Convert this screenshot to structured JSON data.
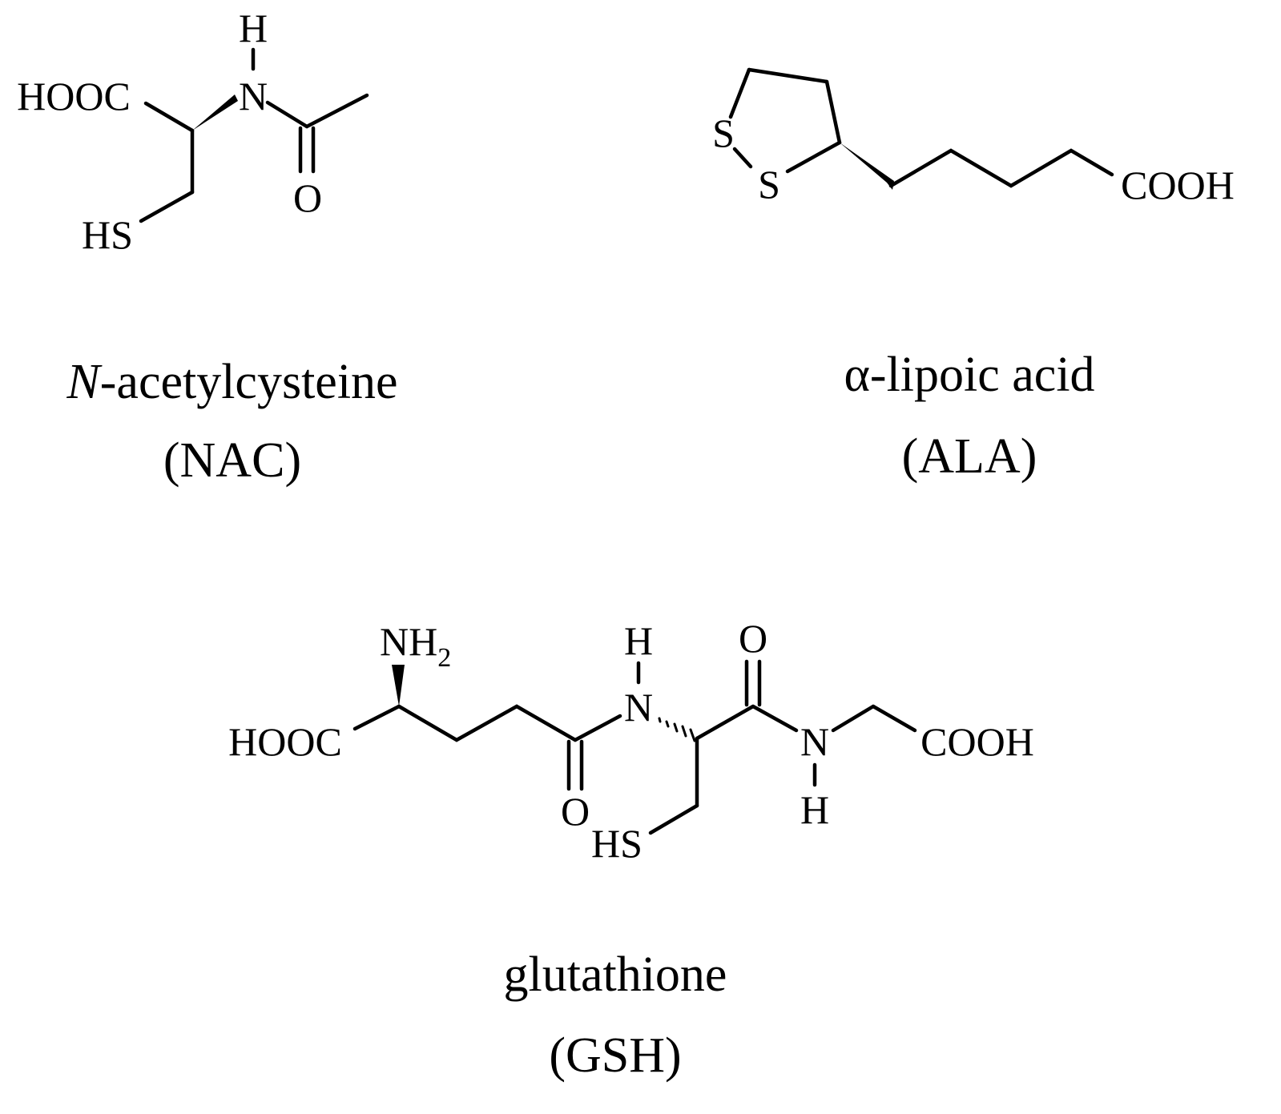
{
  "colors": {
    "ink": "#000000",
    "background": "#ffffff"
  },
  "molecules": {
    "nac": {
      "atoms": {
        "hooc": "HOOC",
        "n": "N",
        "h": "H",
        "o": "O",
        "hs": "HS"
      },
      "caption": {
        "name_italic": "N",
        "name_rest": "-acetylcysteine",
        "abbreviation": "(NAC)"
      }
    },
    "ala": {
      "atoms": {
        "s1": "S",
        "s2": "S",
        "cooh": "COOH"
      },
      "caption": {
        "name": "α-lipoic acid",
        "abbreviation": "(ALA)"
      }
    },
    "gsh": {
      "atoms": {
        "nh": "NH",
        "nh_sub": "2",
        "hooc": "HOOC",
        "o_left": "O",
        "h_top": "H",
        "n_mid": "N",
        "o_right": "O",
        "n_right": "N",
        "h_bottom": "H",
        "cooh": "COOH",
        "hs": "HS"
      },
      "caption": {
        "name": "glutathione",
        "abbreviation": "(GSH)"
      }
    }
  }
}
